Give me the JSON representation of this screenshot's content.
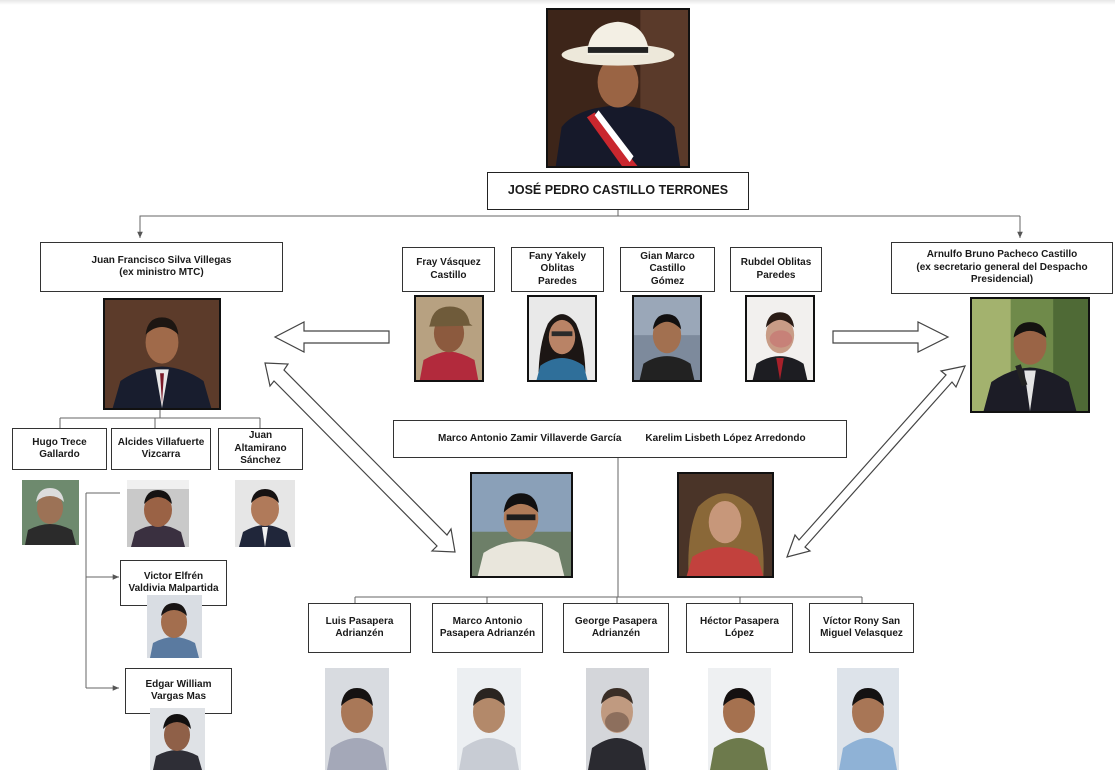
{
  "president": {
    "name": "JOSÉ PEDRO CASTILLO TERRONES"
  },
  "silva": {
    "name": "Juan Francisco Silva Villegas\n(ex ministro MTC)"
  },
  "pacheco": {
    "name": "Arnulfo Bruno Pacheco Castillo\n(ex secretario general del Despacho\nPresidencial)"
  },
  "family": [
    {
      "name": "Fray Vásquez\nCastillo"
    },
    {
      "name": "Fany Yakely Oblitas\nParedes"
    },
    {
      "name": "Gian Marco Castillo\nGómez"
    },
    {
      "name": "Rubdel Oblitas\nParedes"
    }
  ],
  "silva_team": [
    {
      "name": "Hugo Trece\nGallardo"
    },
    {
      "name": "Alcides Villafuerte\nVizcarra"
    },
    {
      "name": "Juan Altamirano\nSánchez"
    }
  ],
  "villafuerte_team": [
    {
      "name": "Victor Elfrén\nValdivia Malpartida"
    },
    {
      "name": "Edgar William\nVargas Mas"
    }
  ],
  "partners": {
    "villaverde": "Marco Antonio Zamir Villaverde García",
    "lopez": "Karelim Lisbeth López Arredondo"
  },
  "pasapera": [
    {
      "name": "Luis Pasapera\nAdrianzén"
    },
    {
      "name": "Marco Antonio\nPasapera Adrianzén"
    },
    {
      "name": "George Pasapera\nAdrianzén"
    },
    {
      "name": "Héctor Pasapera\nLópez"
    },
    {
      "name": "Víctor Rony San\nMiguel Velasquez"
    }
  ],
  "colors": {
    "line": "#555555",
    "box_border": "#333333",
    "frame": "#111111"
  }
}
